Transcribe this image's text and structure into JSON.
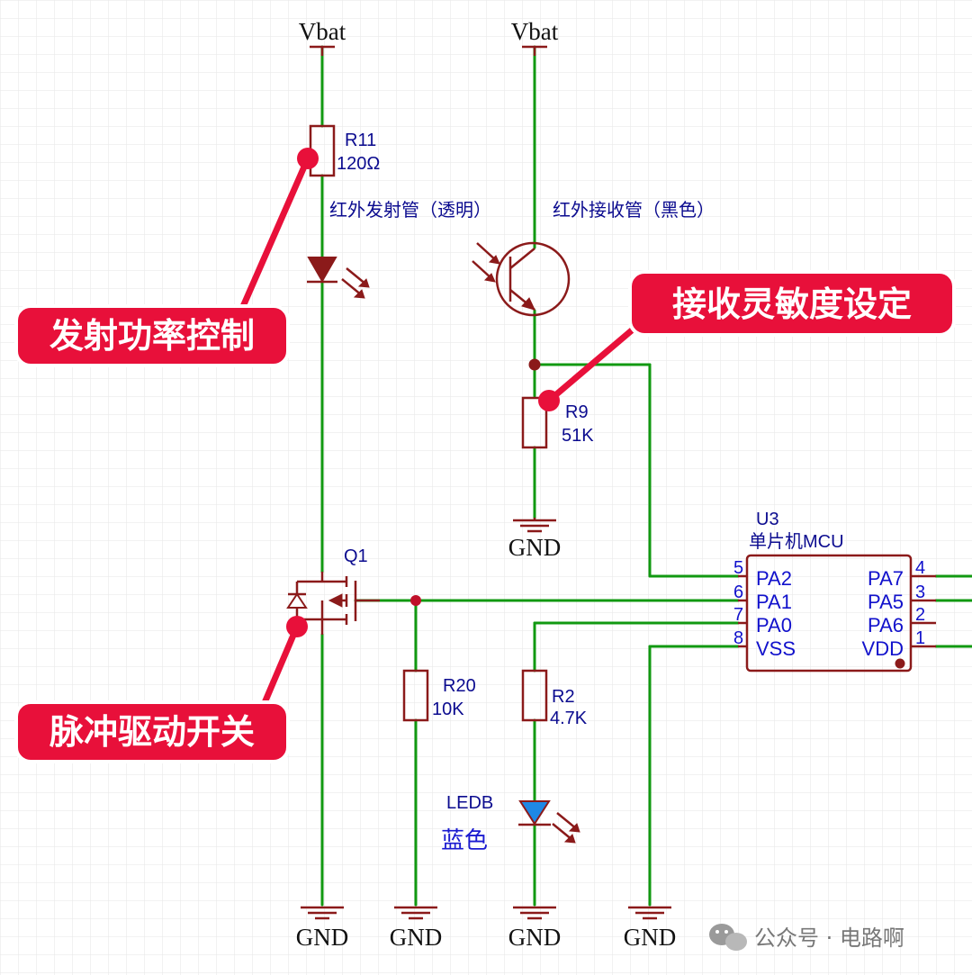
{
  "nets": {
    "vbat_left": "Vbat",
    "vbat_right": "Vbat",
    "gnd_r9": "GND",
    "gnd_q1": "GND",
    "gnd_r20": "GND",
    "gnd_led": "GND",
    "gnd_mcu": "GND"
  },
  "components": {
    "r11": {
      "ref": "R11",
      "value": "120Ω"
    },
    "ir_emitter": {
      "note": "红外发射管（透明）"
    },
    "ir_receiver": {
      "note": "红外接收管（黑色）"
    },
    "r9": {
      "ref": "R9",
      "value": "51K"
    },
    "q1": {
      "ref": "Q1"
    },
    "r20": {
      "ref": "R20",
      "value": "10K"
    },
    "r2": {
      "ref": "R2",
      "value": "4.7K"
    },
    "ledb": {
      "ref": "LEDB",
      "note": "蓝色"
    },
    "u3": {
      "ref": "U3",
      "name": "单片机MCU",
      "left_pins": [
        {
          "num": "5",
          "name": "PA2"
        },
        {
          "num": "6",
          "name": "PA1"
        },
        {
          "num": "7",
          "name": "PA0"
        },
        {
          "num": "8",
          "name": "VSS"
        }
      ],
      "right_pins": [
        {
          "num": "4",
          "name": "PA7"
        },
        {
          "num": "3",
          "name": "PA5"
        },
        {
          "num": "2",
          "name": "PA6"
        },
        {
          "num": "1",
          "name": "VDD"
        }
      ]
    }
  },
  "callouts": {
    "power": "发射功率控制",
    "sensitivity": "接收灵敏度设定",
    "switch": "脉冲驱动开关"
  },
  "watermark": "公众号 · 电路啊",
  "colors": {
    "wire": "#119911",
    "component": "#8b1a1a",
    "label": "#0b0b8f",
    "pin": "#1111cc",
    "callout": "#e8103a",
    "led_blue": "#1e88e5"
  }
}
